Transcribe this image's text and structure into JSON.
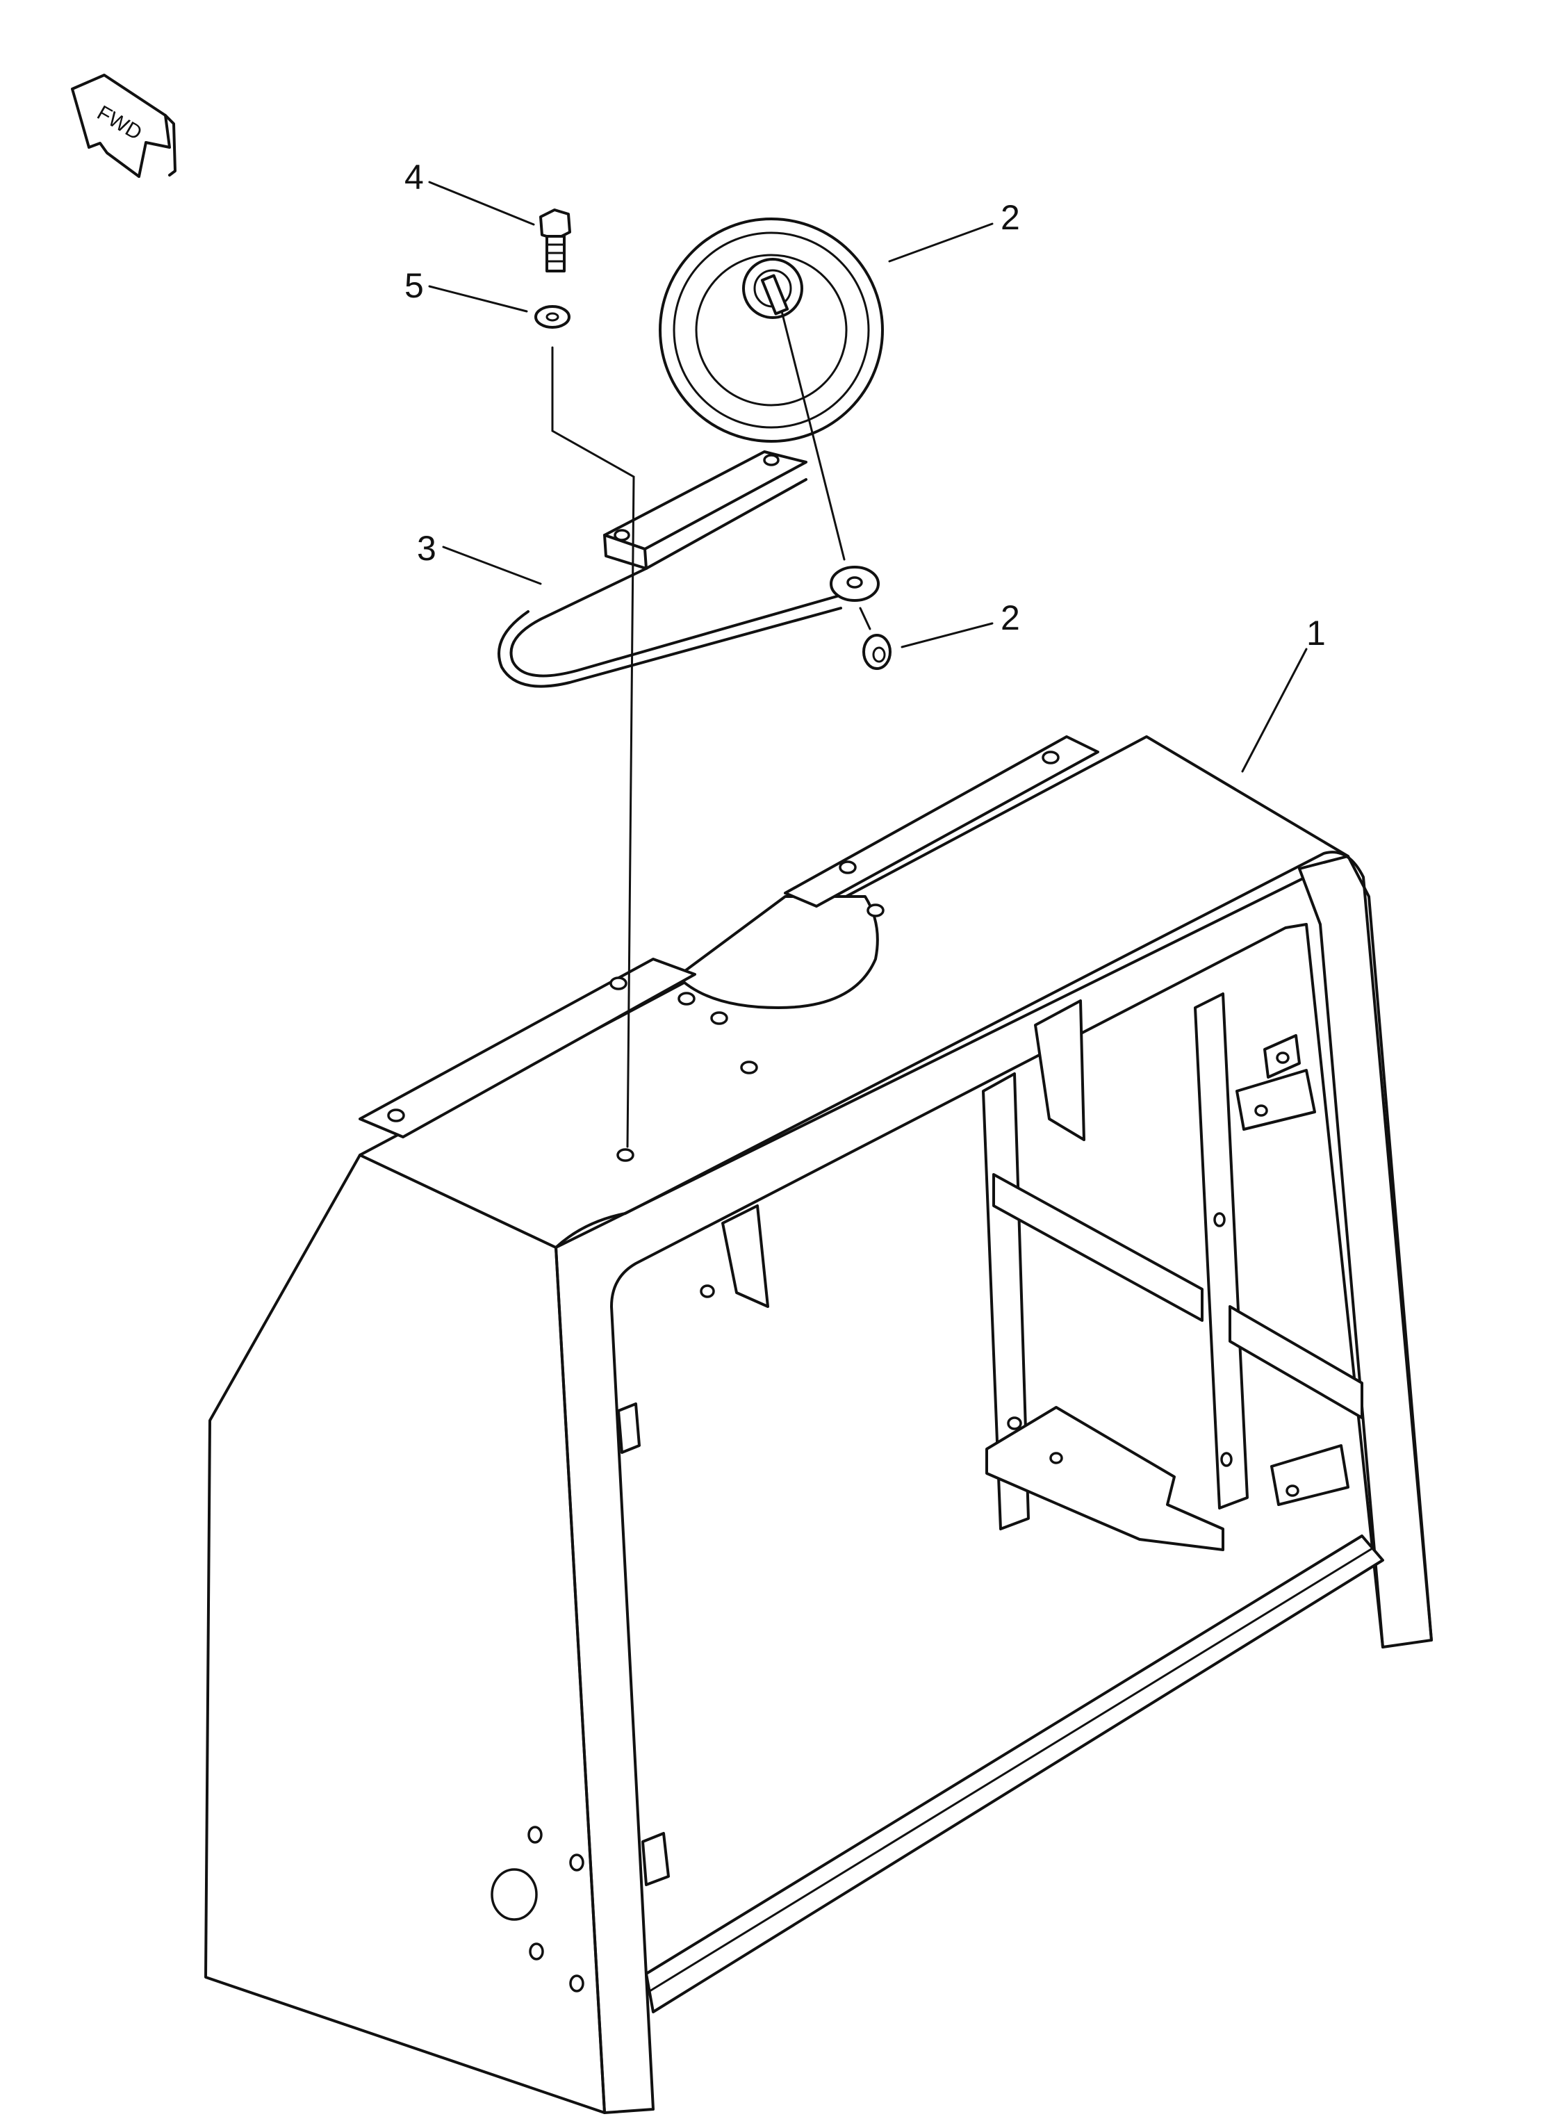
{
  "diagram": {
    "direction_marker": {
      "label": "FWD",
      "icon": "forward-arrow-icon"
    },
    "callouts": [
      {
        "id": "4",
        "label": "4",
        "part": "bolt"
      },
      {
        "id": "5",
        "label": "5",
        "part": "washer"
      },
      {
        "id": "2a",
        "label": "2",
        "part": "horn"
      },
      {
        "id": "3",
        "label": "3",
        "part": "bracket"
      },
      {
        "id": "2b",
        "label": "2",
        "part": "nut"
      },
      {
        "id": "1",
        "label": "1",
        "part": "housing"
      }
    ],
    "colors": {
      "ink": "#111111",
      "paper": "#ffffff"
    }
  }
}
